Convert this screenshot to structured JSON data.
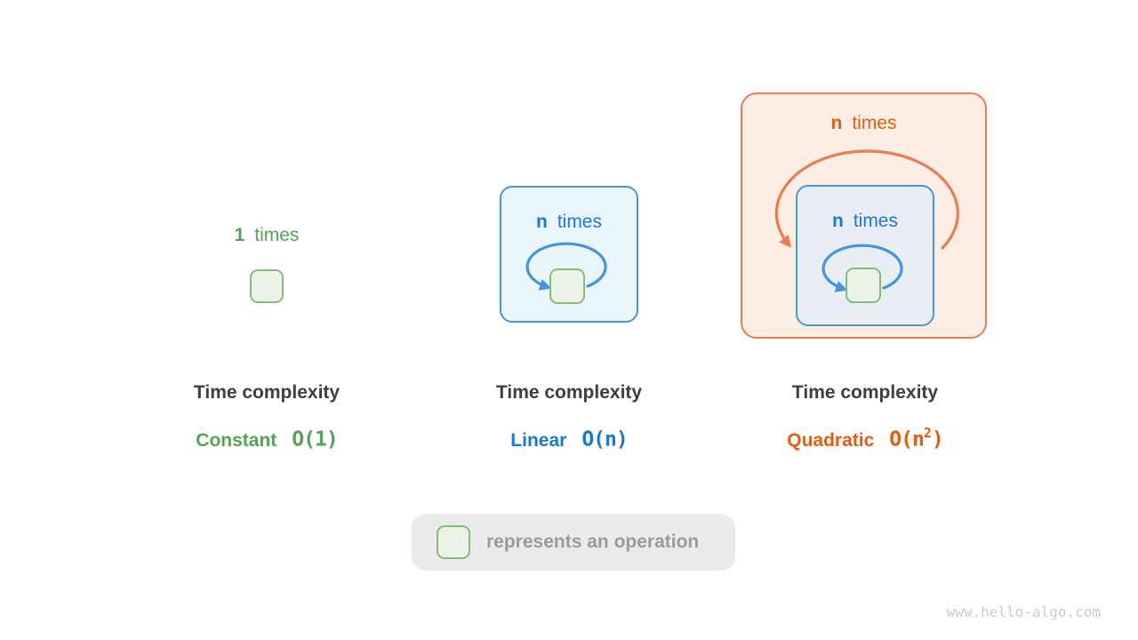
{
  "panels": [
    {
      "id": "constant",
      "count": "1",
      "count_word": "times",
      "title": "Time complexity",
      "name": "Constant",
      "formula_pre": "O(1)",
      "formula_sup": "",
      "formula_post": ""
    },
    {
      "id": "linear",
      "count": "n",
      "count_word": "times",
      "title": "Time complexity",
      "name": "Linear",
      "formula_pre": "O(n)",
      "formula_sup": "",
      "formula_post": ""
    },
    {
      "id": "quadratic",
      "outer_count": "n",
      "outer_count_word": "times",
      "count": "n",
      "count_word": "times",
      "title": "Time complexity",
      "name": "Quadratic",
      "formula_pre": "O(n",
      "formula_sup": "2",
      "formula_post": ")"
    }
  ],
  "legend": {
    "label": "represents an operation",
    "icon": "operation-square"
  },
  "watermark": "www.hello-algo.com",
  "colors": {
    "green_text": "#56a15b",
    "green_border": "#84bc7a",
    "green_fill": "#eaf3e5",
    "blue_text": "#1b78d4",
    "blue_border": "#4997db",
    "blue_loop": "#4494e1",
    "blue_fill_light": "#eaf5fc",
    "blue_fill_gray": "#e9eef4",
    "orange_text": "#e65c10",
    "orange_border": "#ee7b4e",
    "orange_fill": "#fdeee5",
    "dark_text": "#3e3e3e",
    "legend_bg": "#ebebeb",
    "legend_text": "#9b9b9b",
    "watermark": "#cbcbcb"
  }
}
